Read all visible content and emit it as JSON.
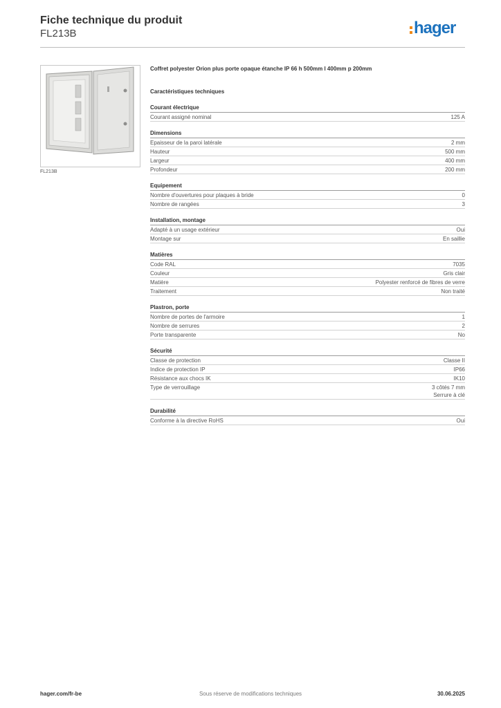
{
  "header": {
    "title": "Fiche technique du produit",
    "reference": "FL213B",
    "logo_text": "hager",
    "logo_color": "#1e73be",
    "logo_accent": "#f08a18"
  },
  "product": {
    "image_caption": "FL213B",
    "description": "Coffret polyester Orion plus porte opaque étanche IP 66 h 500mm l 400mm p 200mm",
    "characteristics_heading": "Caractéristiques techniques"
  },
  "sections": [
    {
      "title": "Courant électrique",
      "rows": [
        {
          "label": "Courant assigné nominal",
          "value": "125 A"
        }
      ]
    },
    {
      "title": "Dimensions",
      "rows": [
        {
          "label": "Epaisseur de la paroi latérale",
          "value": "2 mm"
        },
        {
          "label": "Hauteur",
          "value": "500 mm"
        },
        {
          "label": "Largeur",
          "value": "400 mm"
        },
        {
          "label": "Profondeur",
          "value": "200 mm"
        }
      ]
    },
    {
      "title": "Equipement",
      "rows": [
        {
          "label": "Nombre d'ouvertures pour plaques à bride",
          "value": "0"
        },
        {
          "label": "Nombre de rangées",
          "value": "3"
        }
      ]
    },
    {
      "title": "Installation, montage",
      "rows": [
        {
          "label": "Adapté à un usage extérieur",
          "value": "Oui"
        },
        {
          "label": "Montage sur",
          "value": "En saillie"
        }
      ]
    },
    {
      "title": "Matières",
      "rows": [
        {
          "label": "Code RAL",
          "value": "7035"
        },
        {
          "label": "Couleur",
          "value": "Gris clair"
        },
        {
          "label": "Matière",
          "value": "Polyester renforcé de fibres de verre"
        },
        {
          "label": "Traitement",
          "value": "Non traité"
        }
      ]
    },
    {
      "title": " Plastron, porte",
      "rows": [
        {
          "label": "Nombre de portes de l'armoire",
          "value": "1"
        },
        {
          "label": "Nombre de serrures",
          "value": "2"
        },
        {
          "label": "Porte transparente",
          "value": "No"
        }
      ]
    },
    {
      "title": "Sécurité",
      "rows": [
        {
          "label": "Classe de protection",
          "value": "Classe II"
        },
        {
          "label": "Indice de protection IP",
          "value": "IP66"
        },
        {
          "label": "Résistance aux chocs IK",
          "value": "IK10"
        },
        {
          "label": "Type de verrouillage",
          "value": "3 côtés 7 mm",
          "value2": "Serrure à clé"
        }
      ]
    },
    {
      "title": "Durabilité",
      "rows": [
        {
          "label": "Conforme à la directive RoHS",
          "value": "Oui"
        }
      ]
    }
  ],
  "footer": {
    "website": "hager.com/fr-be",
    "disclaimer": "Sous réserve de modifications techniques",
    "date": "30.06.2025"
  }
}
